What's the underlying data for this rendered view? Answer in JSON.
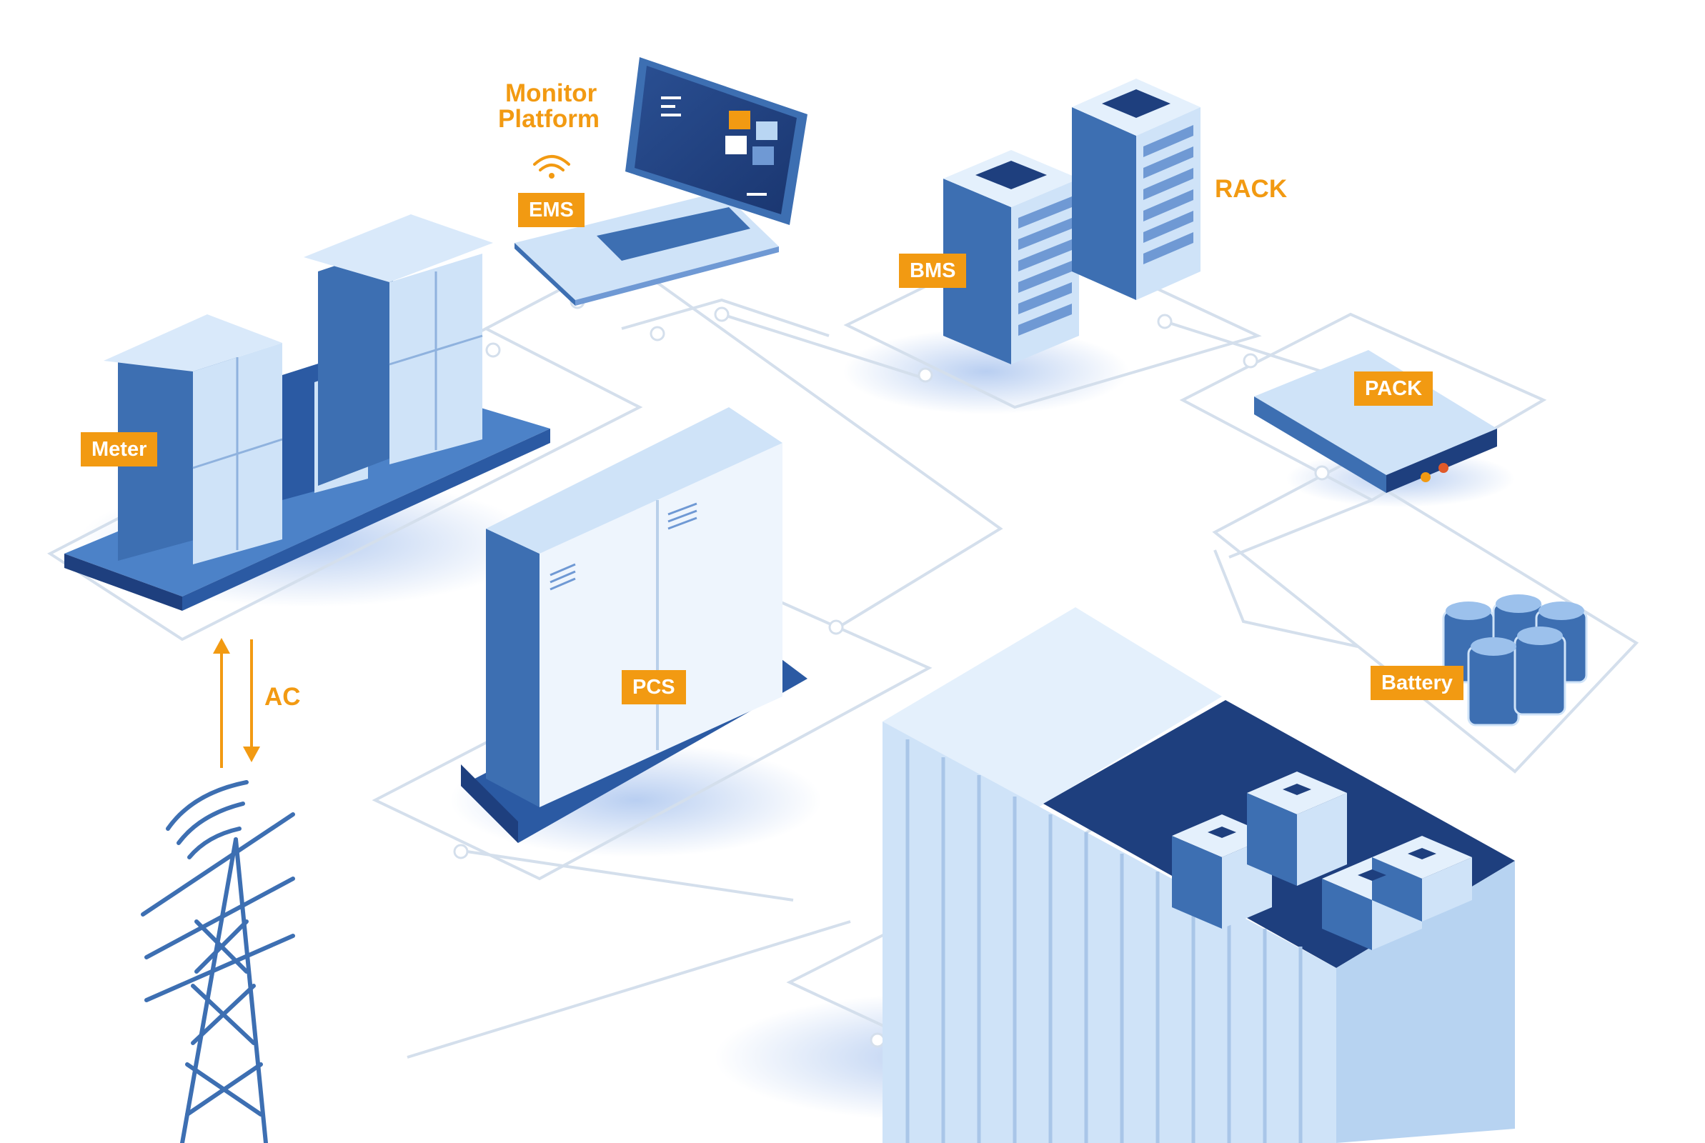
{
  "diagram": {
    "labels": {
      "monitor_platform_line1": "Monitor",
      "monitor_platform_line2": "Platform",
      "ems": "EMS",
      "rack": "RACK",
      "bms": "BMS",
      "pack": "PACK",
      "meter": "Meter",
      "pcs": "PCS",
      "ac": "AC",
      "battery": "Battery"
    },
    "colors": {
      "accent": "#f29a12",
      "deep_blue": "#1e3f7e",
      "mid_blue": "#3d6fb2",
      "light_blue": "#cfe3f8",
      "line": "#d4dfec"
    },
    "icons": [
      "wifi-icon",
      "transmission-tower-icon",
      "bidirectional-arrow-icon"
    ]
  }
}
